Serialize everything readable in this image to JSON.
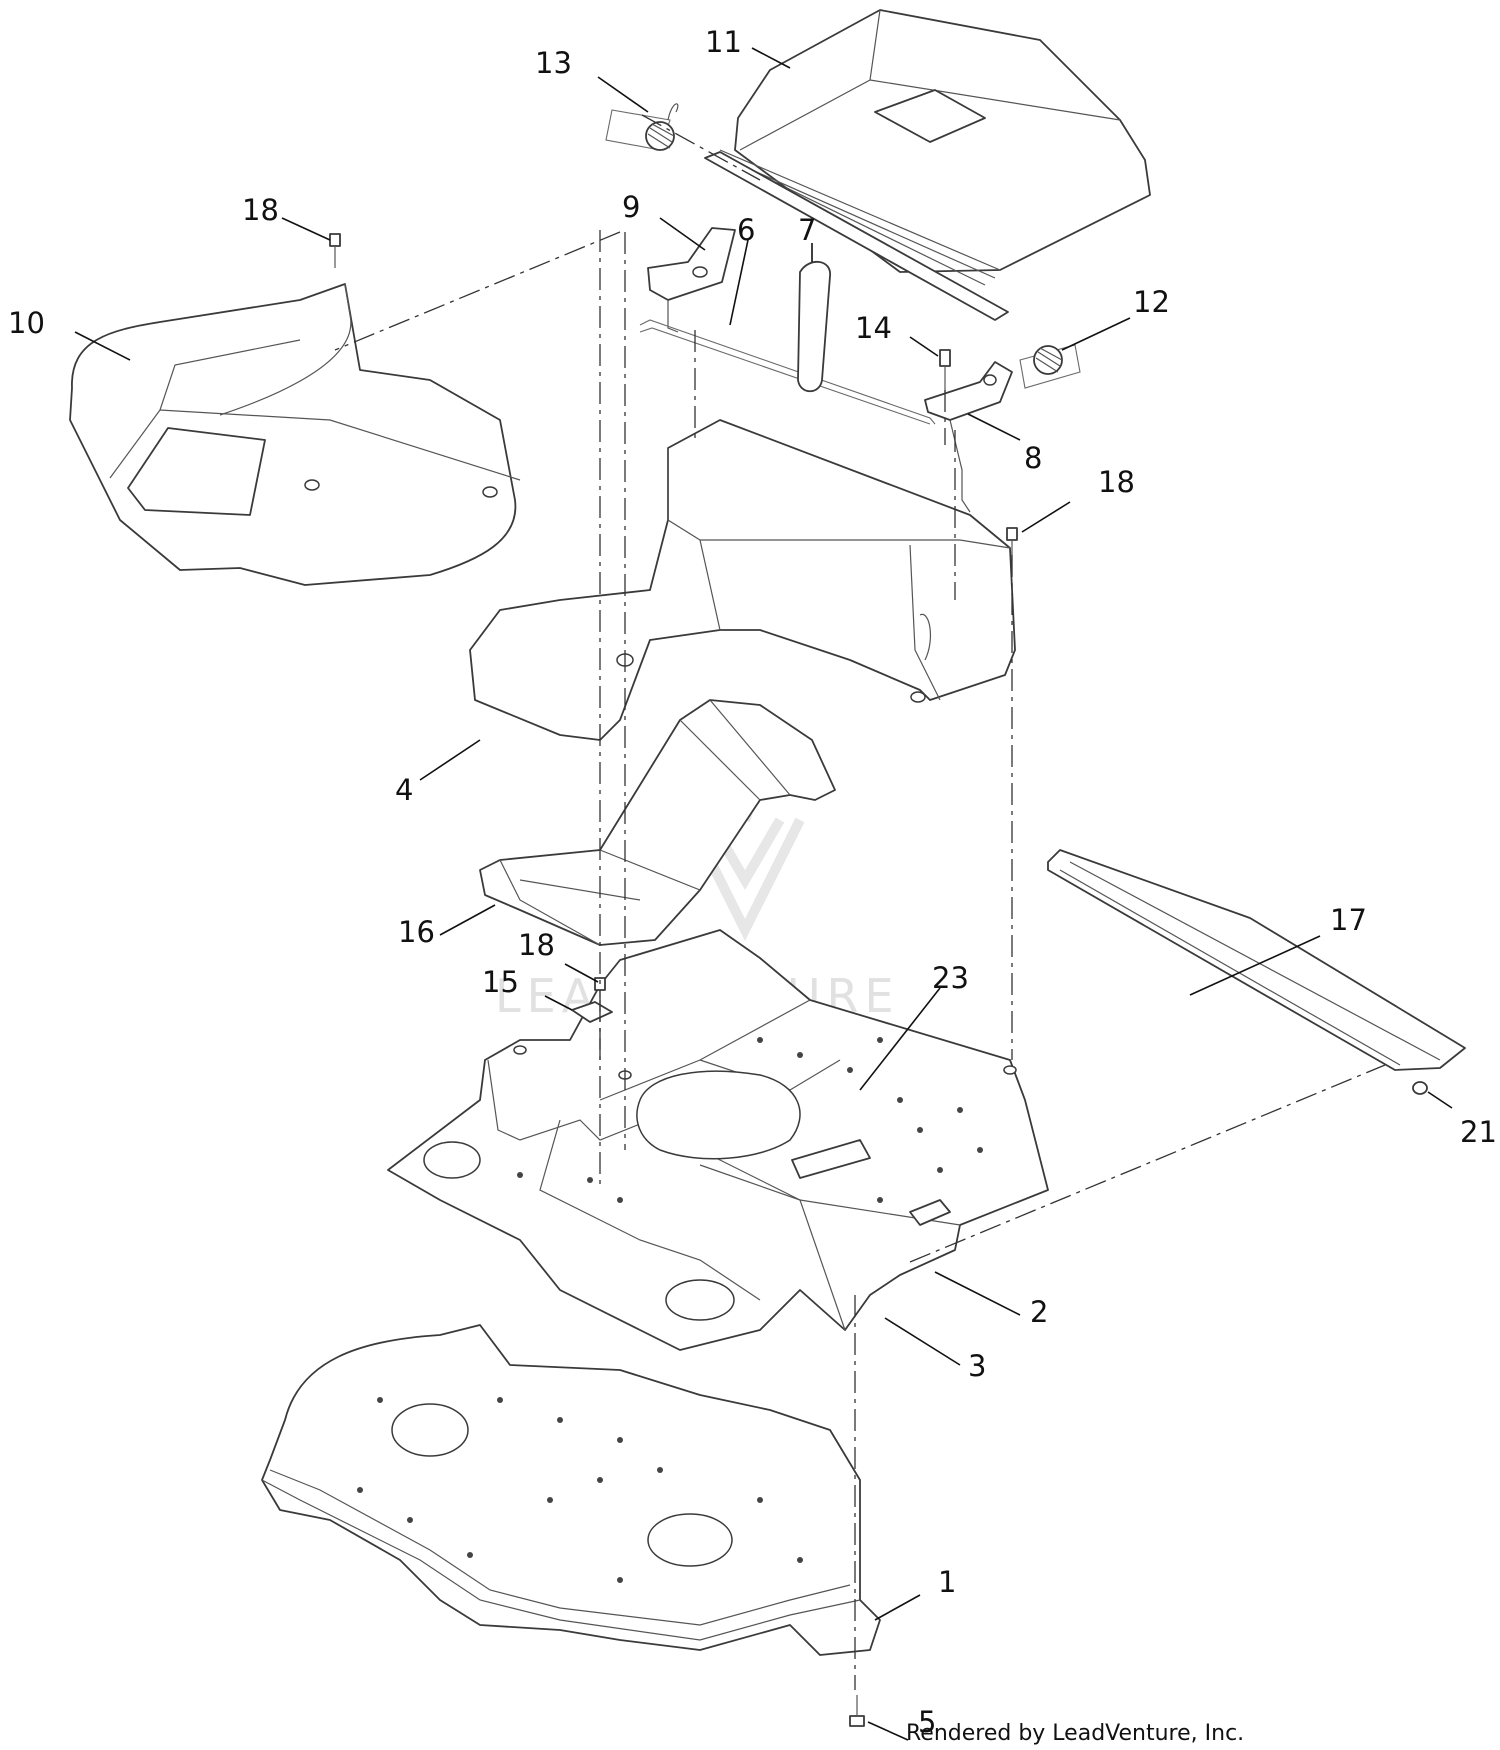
{
  "diagram": {
    "callouts": [
      {
        "id": "c1",
        "label": "1"
      },
      {
        "id": "c2",
        "label": "2"
      },
      {
        "id": "c3",
        "label": "3"
      },
      {
        "id": "c4",
        "label": "4"
      },
      {
        "id": "c5",
        "label": "5"
      },
      {
        "id": "c6",
        "label": "6"
      },
      {
        "id": "c7",
        "label": "7"
      },
      {
        "id": "c8",
        "label": "8"
      },
      {
        "id": "c9",
        "label": "9"
      },
      {
        "id": "c10",
        "label": "10"
      },
      {
        "id": "c11",
        "label": "11"
      },
      {
        "id": "c12",
        "label": "12"
      },
      {
        "id": "c13",
        "label": "13"
      },
      {
        "id": "c14",
        "label": "14"
      },
      {
        "id": "c15",
        "label": "15"
      },
      {
        "id": "c16",
        "label": "16"
      },
      {
        "id": "c17",
        "label": "17"
      },
      {
        "id": "c18a",
        "label": "18"
      },
      {
        "id": "c18b",
        "label": "18"
      },
      {
        "id": "c18c",
        "label": "18"
      },
      {
        "id": "c21",
        "label": "21"
      },
      {
        "id": "c23",
        "label": "23"
      }
    ],
    "watermark": "LEADVENTURE",
    "credit": "Rendered by LeadVenture, Inc."
  }
}
